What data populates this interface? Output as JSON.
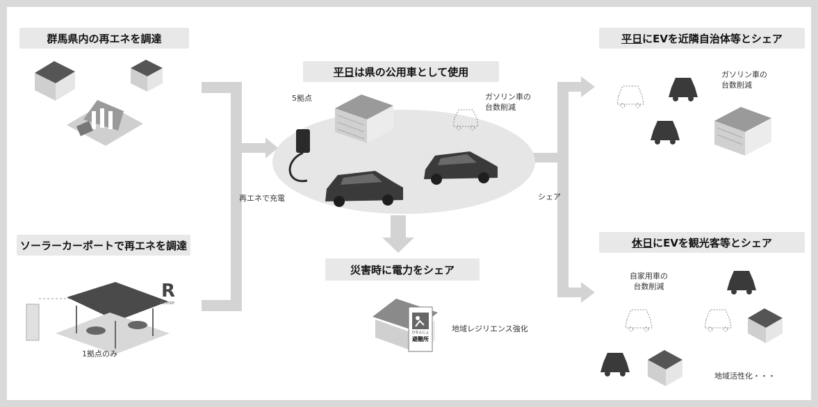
{
  "left": {
    "top_label": "群馬県内の再エネを調達",
    "bottom_label": "ソーラーカーポートで再エネを調達",
    "bottom_note": "1拠点のみ",
    "brand_letter": "R",
    "brand_text": "Reese"
  },
  "center": {
    "label_underlined": "平日",
    "label_rest": "は県の公用車として使用",
    "sites": "5拠点",
    "gasoline_reduction": "ガソリン車の\n台数削減",
    "charge_note": "再エネで充電",
    "share_note": "シェア",
    "disaster_label": "災害時に電力をシェア",
    "resilience": "地域レジリエンス強化",
    "shelter_sign_top": "ひなんじょ",
    "shelter_sign": "避難所"
  },
  "right": {
    "top_label_underlined": "平日",
    "top_label_rest": "にEVを近隣自治体等とシェア",
    "top_note": "ガソリン車の\n台数削減",
    "bottom_label_underlined": "休日",
    "bottom_label_rest": "にEVを観光客等とシェア",
    "bottom_note": "自家用車の\n台数削減",
    "activation": "地域活性化・・・"
  },
  "colors": {
    "arrow": "#d3d3d3",
    "box": "#e8e8e8",
    "ellipse": "#e6e6e6",
    "car": "#3a3a3a",
    "building": "#bfbfbf"
  }
}
